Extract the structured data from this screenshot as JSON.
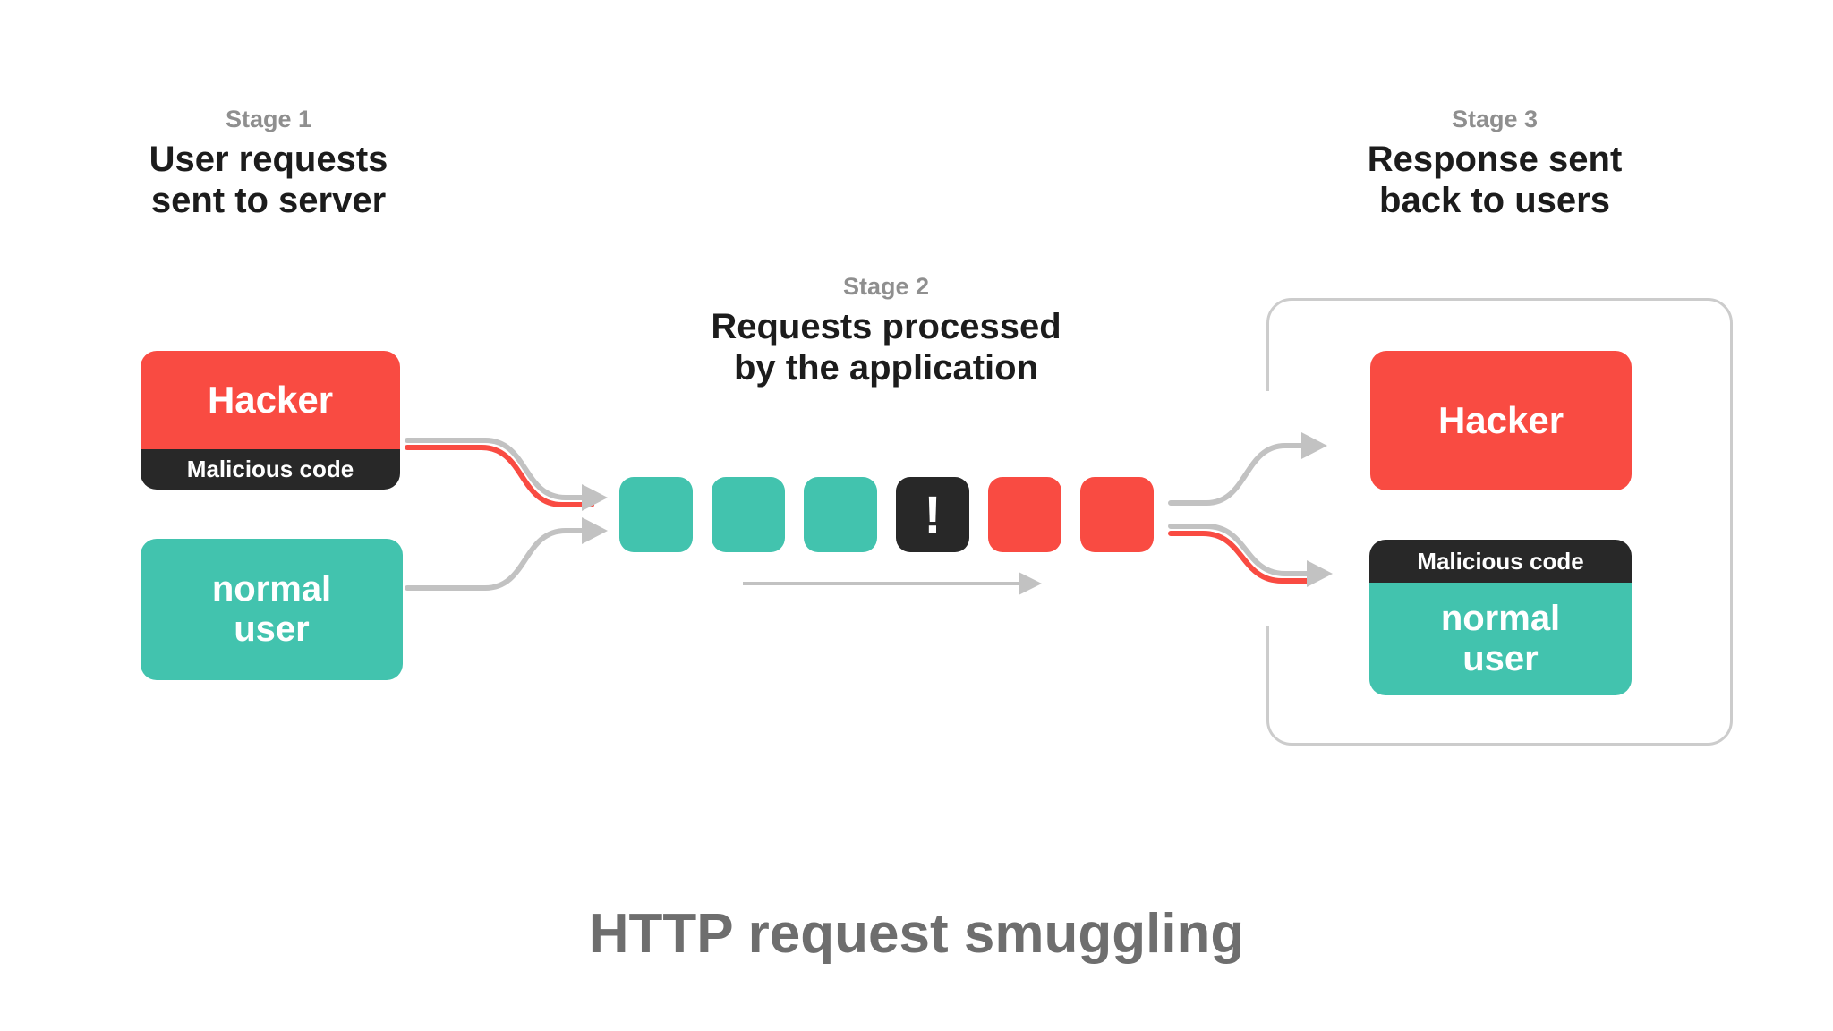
{
  "diagram_title": "HTTP request smuggling",
  "stage1": {
    "label": "Stage 1",
    "heading_line1": "User requests",
    "heading_line2": "sent to server"
  },
  "stage2": {
    "label": "Stage 2",
    "heading_line1": "Requests processed",
    "heading_line2": "by the application"
  },
  "stage3": {
    "label": "Stage 3",
    "heading_line1": "Response sent",
    "heading_line2": "back to users"
  },
  "sender": {
    "hacker": {
      "name": "Hacker",
      "payload": "Malicious code"
    },
    "normal_user": {
      "name_line1": "normal",
      "name_line2": "user"
    }
  },
  "queue": {
    "items": [
      {
        "type": "normal"
      },
      {
        "type": "normal"
      },
      {
        "type": "normal"
      },
      {
        "type": "alert",
        "glyph": "!"
      },
      {
        "type": "malicious"
      },
      {
        "type": "malicious"
      }
    ]
  },
  "receiver": {
    "hacker": {
      "name": "Hacker"
    },
    "normal_user": {
      "payload": "Malicious code",
      "name_line1": "normal",
      "name_line2": "user"
    }
  },
  "colors": {
    "attacker_red": "#F94B42",
    "user_teal": "#42C3AE",
    "code_dark": "#282828",
    "arrow_gray": "#C2C2C2",
    "border_gray": "#CCCCCC",
    "stage_gray": "#8F8F8F",
    "title_gray": "#6E6E6E",
    "heading_black": "#1C1C1C"
  }
}
